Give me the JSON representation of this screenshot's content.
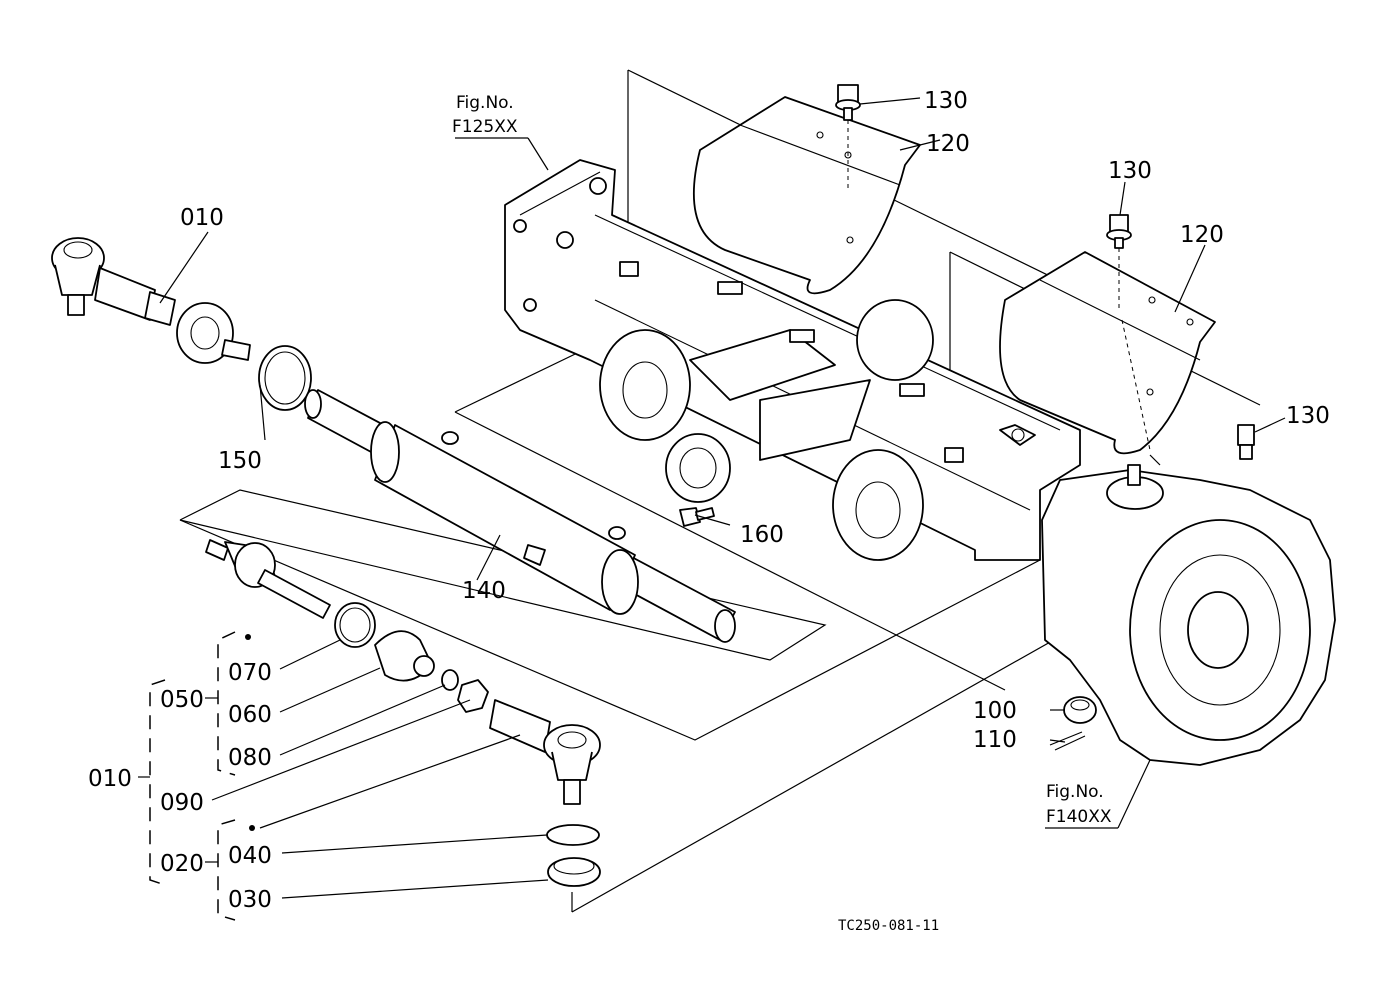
{
  "figure_refs": {
    "upper": {
      "line1": "Fig.No.",
      "line2": "F125XX"
    },
    "lower": {
      "line1": "Fig.No.",
      "line2": "F140XX"
    }
  },
  "drawing_code": "TC250-081-11",
  "callouts": {
    "tie_rod_assembly": "010",
    "tie_rod_assembly_bracket": "010",
    "tie_rod_end": "020",
    "dust_seal_ring": "030",
    "ring_040": "040",
    "tie_rod_050": "050",
    "boot_060": "060",
    "ring_070": "070",
    "clip_080": "080",
    "nut_090": "090",
    "nut_100": "100",
    "cotter_pin_110": "110",
    "cover_120_left": "120",
    "cover_120_right": "120",
    "bolt_130_left": "130",
    "bolt_130_right": "130",
    "bolt_130_lower": "130",
    "cylinder_140": "140",
    "snap_ring_150": "150",
    "plug_160": "160"
  }
}
